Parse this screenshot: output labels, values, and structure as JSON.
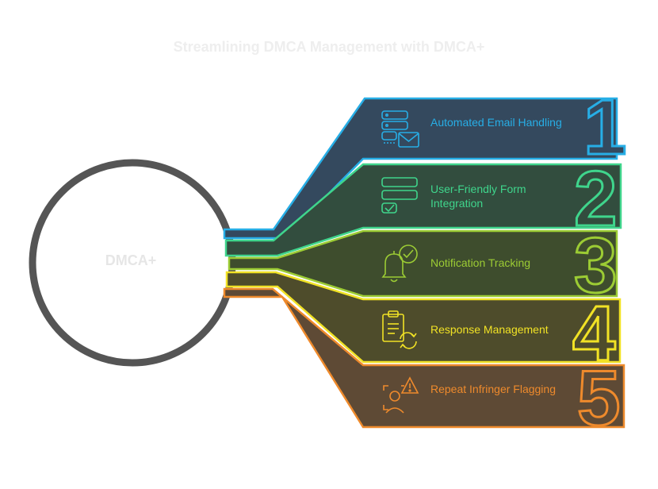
{
  "title": "Streamlining DMCA Management with DMCA+",
  "hub": {
    "label": "DMCA+"
  },
  "items": [
    {
      "number": "1",
      "label": "Automated Email Handling",
      "icon": "server-email-icon",
      "color": "#27aee6",
      "fill": "#34495e"
    },
    {
      "number": "2",
      "label": "User-Friendly Form Integration",
      "icon": "form-stack-icon",
      "color": "#3fd58c",
      "fill": "#324d3e"
    },
    {
      "number": "3",
      "label": "Notification Tracking",
      "icon": "bell-check-icon",
      "color": "#9ccc34",
      "fill": "#3e4d2d"
    },
    {
      "number": "4",
      "label": "Response Management",
      "icon": "clipboard-refresh-icon",
      "color": "#f1e225",
      "fill": "#4e4c2b"
    },
    {
      "number": "5",
      "label": "Repeat Infringer Flagging",
      "icon": "user-warning-icon",
      "color": "#ee8a2c",
      "fill": "#5e4a35"
    }
  ]
}
